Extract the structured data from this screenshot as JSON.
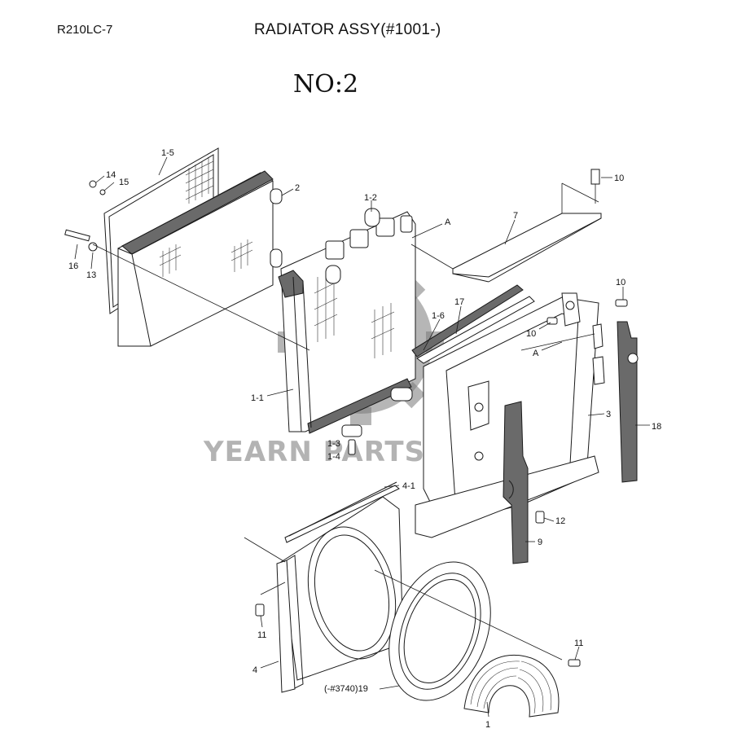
{
  "header": {
    "model": "R210LC-7",
    "title": "RADIATOR ASSY(#1001-)",
    "sheet": "NO:2"
  },
  "watermark": {
    "brand": "YEARN PARTS",
    "registered_mark": "®",
    "colors": {
      "gear": "#7a7a7a",
      "flame": "#f2b93b",
      "text": "#9a9a9a"
    }
  },
  "callouts": {
    "c_1_5": "1-5",
    "c_14": "14",
    "c_15": "15",
    "c_2": "2",
    "c_16": "16",
    "c_13": "13",
    "c_1_2": "1-2",
    "c_a_top": "A",
    "c_7": "7",
    "c_10_top": "10",
    "c_10_mid": "10",
    "c_10_left": "10",
    "c_1_6": "1-6",
    "c_17": "17",
    "c_a_mid": "A",
    "c_1_1": "1-1",
    "c_3": "3",
    "c_18": "18",
    "c_1_3": "1-3",
    "c_1_4": "1-4",
    "c_4_1": "4-1",
    "c_12": "12",
    "c_9": "9",
    "c_11_left": "11",
    "c_11_right": "11",
    "c_4": "4",
    "c_19": "(-#3740)19",
    "c_1_bottom": "1"
  }
}
